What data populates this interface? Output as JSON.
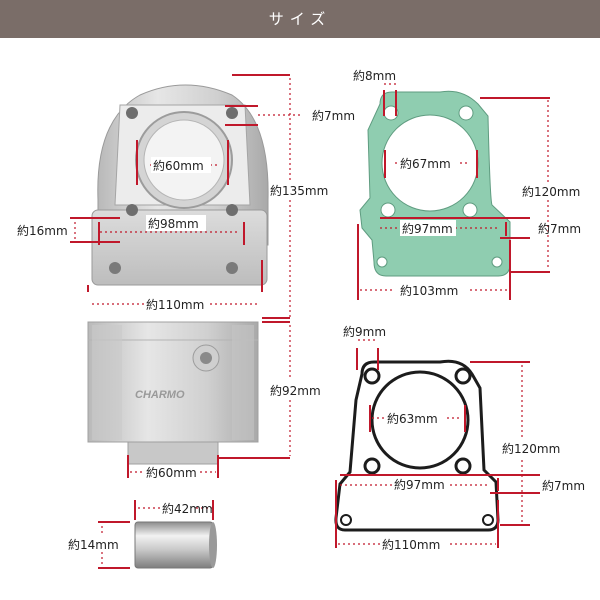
{
  "header": {
    "title": "サイズ"
  },
  "colors": {
    "header_bg": "#7a6d68",
    "dim_line": "#c0182b",
    "gasket_green": "#8fcdb0"
  },
  "brand": "CHARMO",
  "cylinder_head": {
    "bore": "約60mm",
    "bolt_width": "約98mm",
    "height": "約135mm",
    "offset": "約7mm",
    "flange": "約16mm",
    "width": "約110mm"
  },
  "cylinder_body": {
    "height": "約92mm",
    "skirt": "約60mm"
  },
  "pin": {
    "length": "約42mm",
    "diameter": "約14mm"
  },
  "gasket_green": {
    "hole": "約8mm",
    "bore": "約67mm",
    "height": "約120mm",
    "bolt_span": "約97mm",
    "offset": "約7mm",
    "width": "約103mm"
  },
  "gasket_black": {
    "hole": "約9mm",
    "bore": "約63mm",
    "height": "約120mm",
    "bolt_span": "約97mm",
    "offset": "約7mm",
    "width": "約110mm"
  }
}
